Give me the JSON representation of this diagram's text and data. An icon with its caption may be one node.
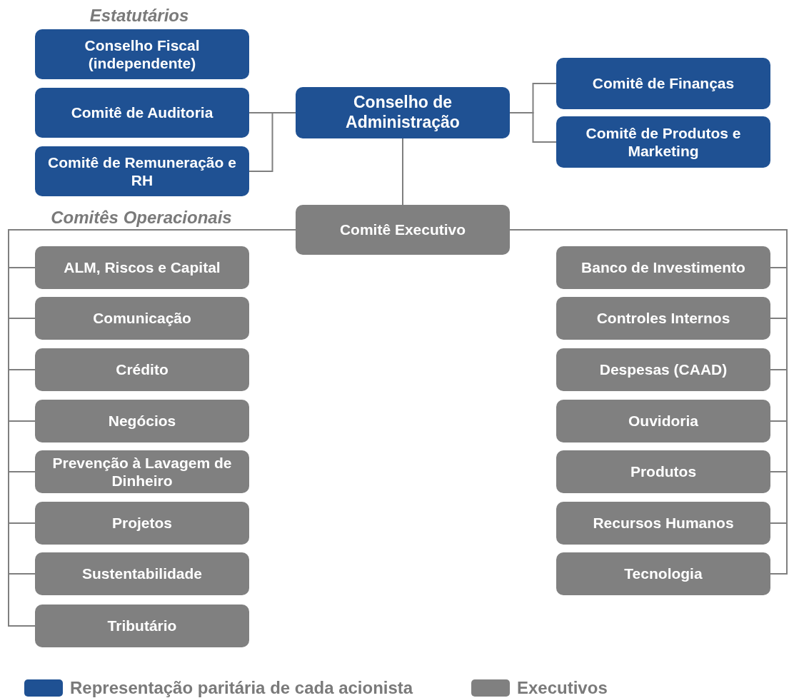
{
  "diagram": {
    "nodes": [
      {
        "text": [
          "Conselho Fiscal (independente)"
        ]
      },
      {
        "text": [
          "Comitê de Auditoria"
        ]
      },
      {
        "text": [
          "Comitê de Remuneração e RH"
        ]
      },
      {
        "text": [
          "Conselho de Administração"
        ]
      },
      {
        "text": [
          "Comitê de Finanças"
        ]
      },
      {
        "text": [
          "Comitê de Produtos e Marketing"
        ]
      },
      {
        "text": [
          "Comitê Executivo"
        ]
      },
      {
        "text": [
          "ALM, Riscos e Capital"
        ]
      },
      {
        "text": [
          "Comunicação"
        ]
      },
      {
        "text": [
          "Crédito"
        ]
      },
      {
        "text": [
          "Negócios"
        ]
      },
      {
        "text": [
          "Prevenção à Lavagem de Dinheiro"
        ]
      },
      {
        "text": [
          "Projetos"
        ]
      },
      {
        "text": [
          "Sustentabilidade"
        ]
      },
      {
        "text": [
          "Tributário"
        ]
      },
      {
        "text": [
          "Banco de Investimento"
        ]
      },
      {
        "text": [
          "Controles Internos"
        ]
      },
      {
        "text": [
          "Despesas (CAAD)"
        ]
      },
      {
        "text": [
          "Ouvidoria"
        ]
      },
      {
        "text": [
          "Produtos"
        ]
      },
      {
        "text": [
          "Recursos Humanos"
        ]
      },
      {
        "text": [
          "Tecnologia"
        ]
      }
    ],
    "edges": [
      {
        "from": 3,
        "to": 1,
        "arrow": "none"
      },
      {
        "from": 3,
        "to": 2,
        "arrow": "none"
      },
      {
        "from": 3,
        "to": 4,
        "arrow": "none"
      },
      {
        "from": 3,
        "to": 5,
        "arrow": "none"
      },
      {
        "from": 3,
        "to": 6,
        "arrow": "none"
      },
      {
        "from": 6,
        "to": 7,
        "arrow": "none"
      },
      {
        "from": 6,
        "to": 8,
        "arrow": "none"
      },
      {
        "from": 6,
        "to": 9,
        "arrow": "none"
      },
      {
        "from": 6,
        "to": 10,
        "arrow": "none"
      },
      {
        "from": 6,
        "to": 11,
        "arrow": "none"
      },
      {
        "from": 6,
        "to": 12,
        "arrow": "none"
      },
      {
        "from": 6,
        "to": 13,
        "arrow": "none"
      },
      {
        "from": 6,
        "to": 14,
        "arrow": "none"
      },
      {
        "from": 6,
        "to": 15,
        "arrow": "none"
      },
      {
        "from": 6,
        "to": 16,
        "arrow": "none"
      },
      {
        "from": 6,
        "to": 17,
        "arrow": "none"
      },
      {
        "from": 6,
        "to": 18,
        "arrow": "none"
      },
      {
        "from": 6,
        "to": 19,
        "arrow": "none"
      },
      {
        "from": 6,
        "to": 20,
        "arrow": "none"
      },
      {
        "from": 6,
        "to": 21,
        "arrow": "none"
      }
    ],
    "labels": [
      "Estatutários",
      "Comitês Operacionais"
    ],
    "legend": [
      {
        "text": "Representação paritária de cada acionista",
        "color": "#1f5193"
      },
      {
        "text": "Executivos",
        "color": "#808080"
      }
    ]
  }
}
